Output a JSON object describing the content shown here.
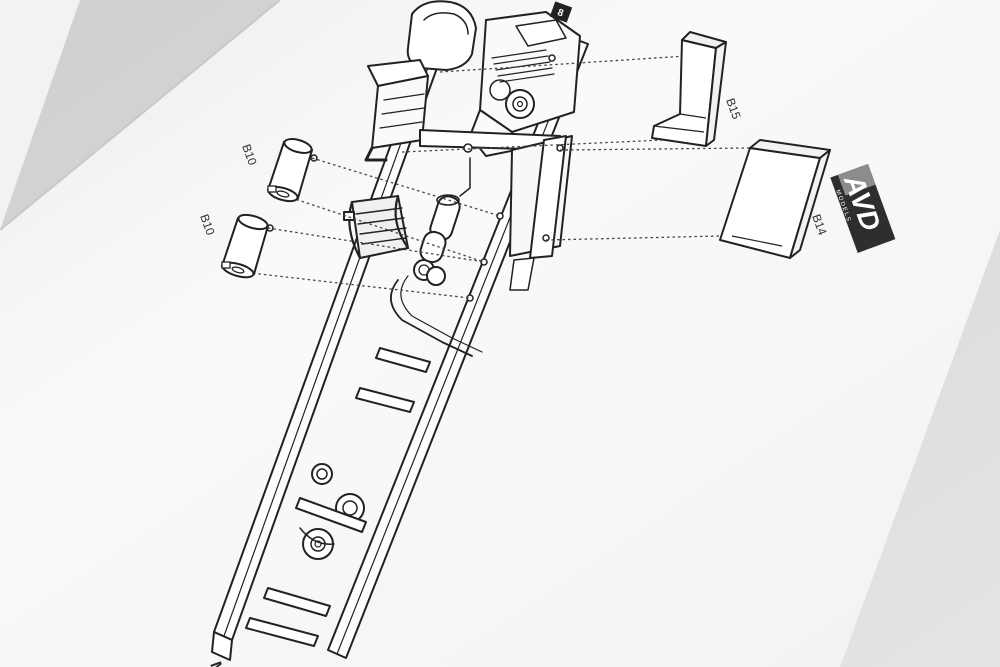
{
  "step_number": "8",
  "parts": {
    "b10_top": "B10",
    "b10_bottom": "B10",
    "b15": "B15",
    "b14": "B14"
  },
  "logo": {
    "main": "AVD",
    "sub": "MODELS"
  },
  "edge_text": "M",
  "colors": {
    "paper": "#fbfbfb",
    "ink": "#222222",
    "background": "#d9d9d9",
    "logo_dark": "#2e2e2e",
    "logo_gray": "#8c8c8c"
  }
}
